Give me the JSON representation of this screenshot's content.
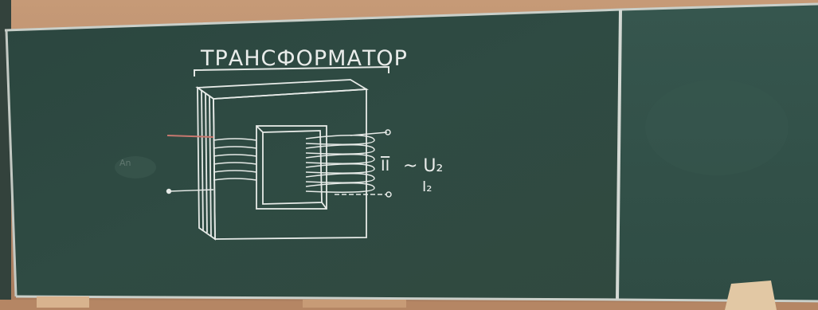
{
  "board": {
    "title": "ТРАНСФОРМАТОР",
    "winding_label": "II",
    "voltage_label": "~ U₂",
    "current_label": "I₂"
  },
  "colors": {
    "wall": "#b98a66",
    "board_left": "#2f4a42",
    "board_right": "#325048",
    "frame": "#c9cfc9",
    "chalk": "#e9ecea",
    "chalk_red": "#c7786f"
  }
}
